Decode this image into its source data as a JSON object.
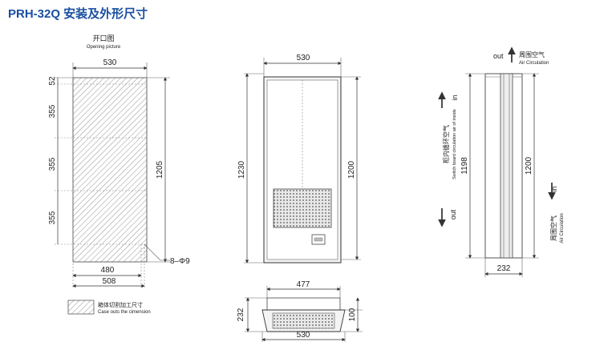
{
  "title": "PRH-32Q 安装及外形尺寸",
  "opening": {
    "title_cn": "开口图",
    "title_en": "Opening picture",
    "width_top": "530",
    "seg1": "52",
    "seg2": "355",
    "seg3": "355",
    "seg4": "355",
    "height_right": "1205",
    "inner_width": "480",
    "outer_width": "508",
    "holes": "8–Φ9"
  },
  "legend": {
    "cn": "箱体切割加工尺寸",
    "en": "Case outs the cimension"
  },
  "front": {
    "width": "530",
    "height_left": "1230",
    "height_right": "1200"
  },
  "bottom": {
    "width_top": "477",
    "width_bottom": "530",
    "height_left": "232",
    "height_right": "100"
  },
  "side": {
    "out_top_label": "out",
    "out_top_cn": "周围空气",
    "out_top_en": "Air Circulation",
    "in_left_label": "in",
    "left_cn": "柜内循环空气",
    "left_en": "Switch board circulation air of inside",
    "out_left_label": "out",
    "height_left": "1198",
    "height_right": "1200",
    "in_right_label": "in",
    "right_cn": "周围空气",
    "right_en": "Air Circulation",
    "width": "232"
  }
}
